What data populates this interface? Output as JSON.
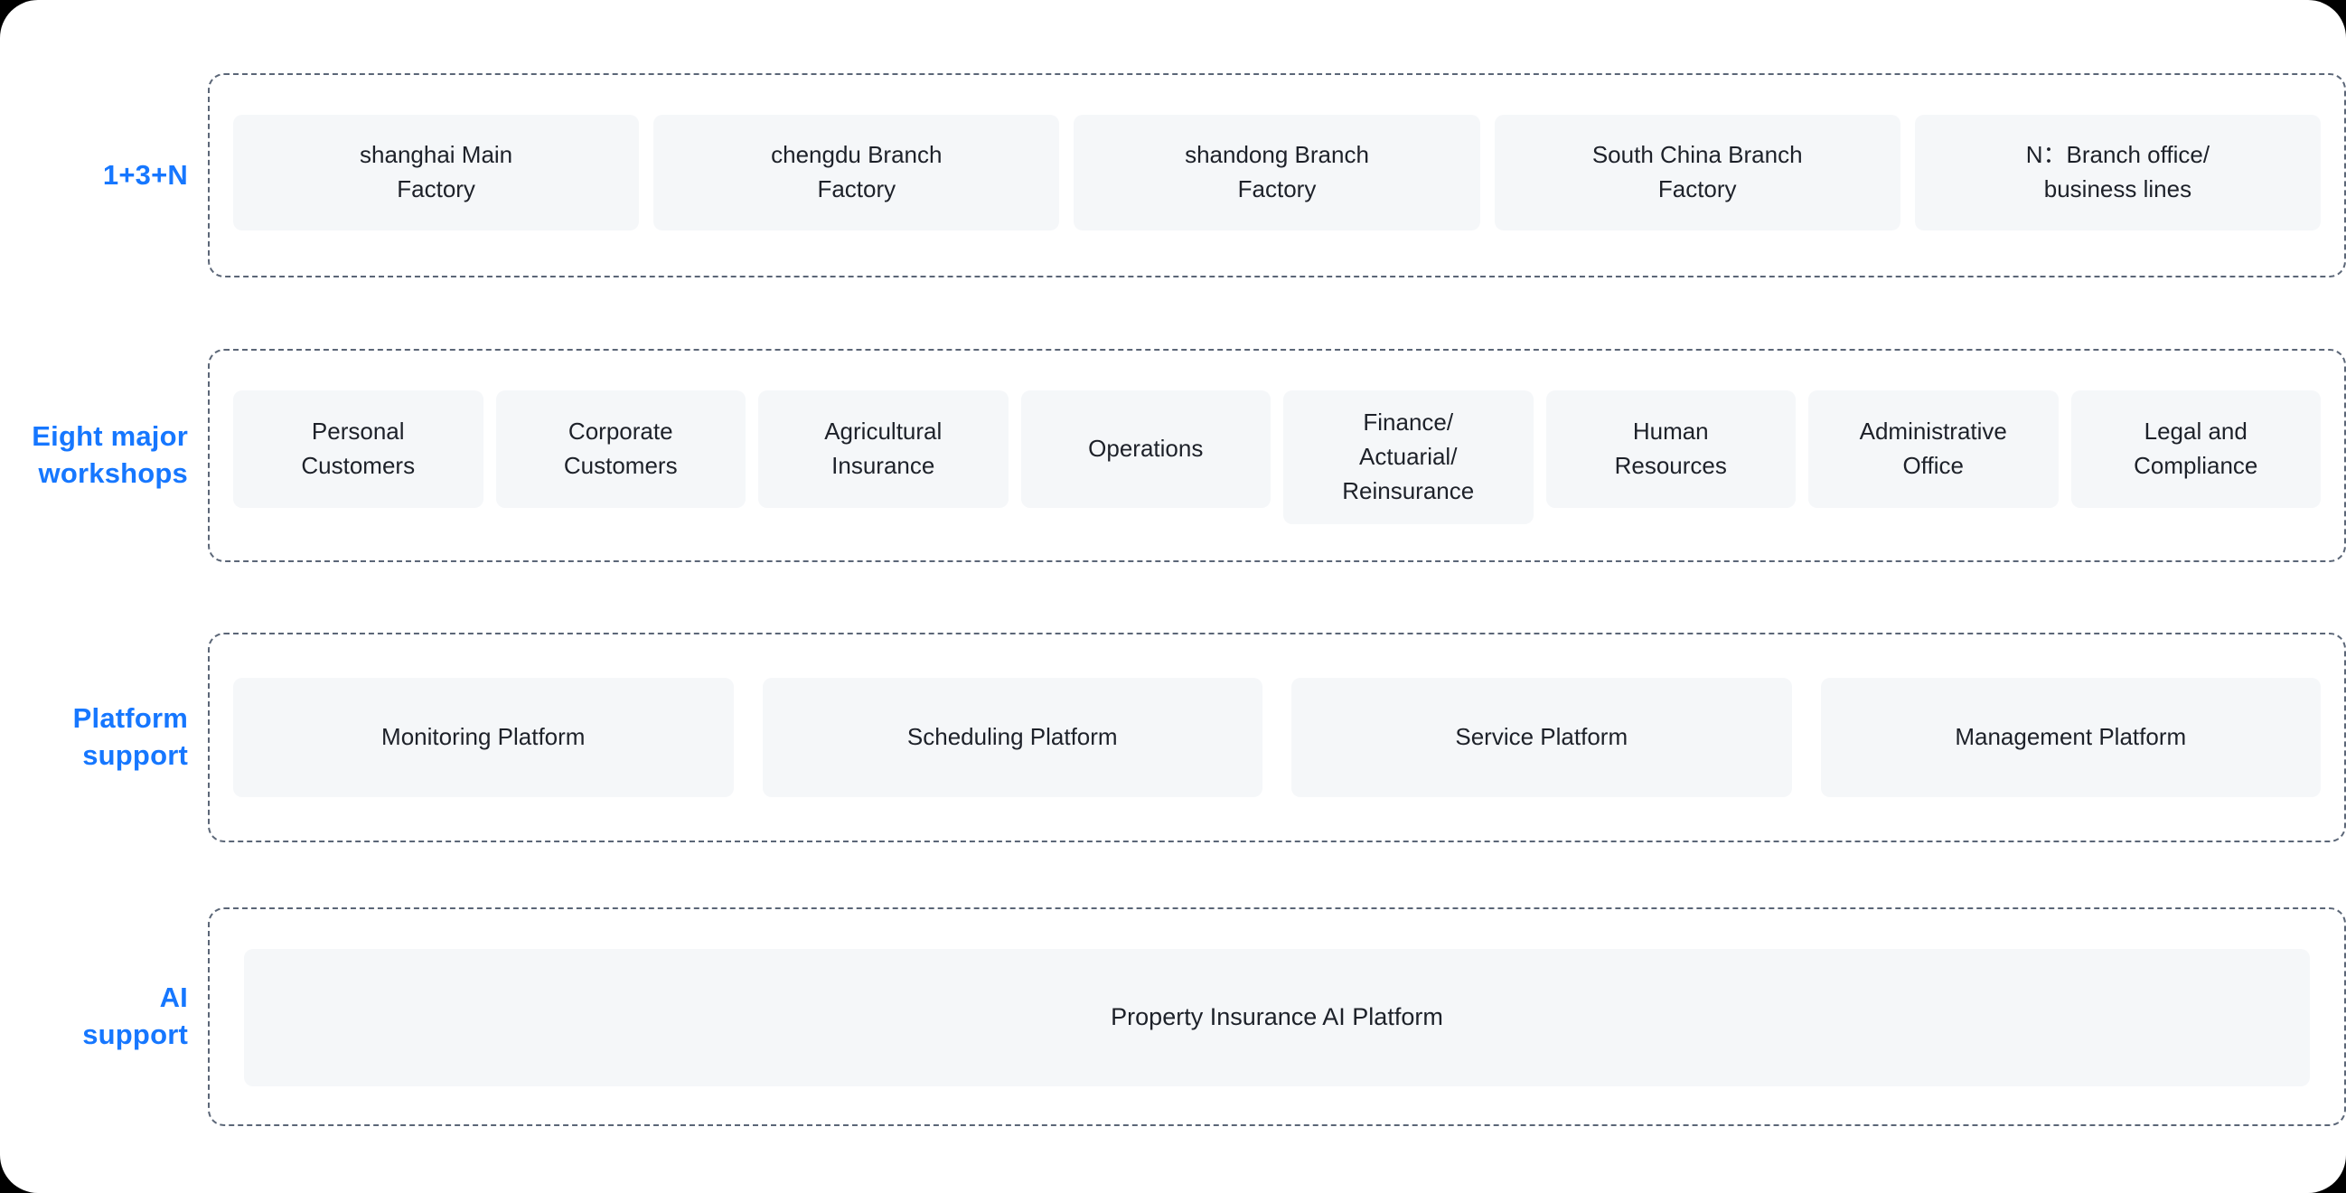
{
  "theme": {
    "page_background": "#ffffff",
    "backdrop": "#000000",
    "accent_blue": "#1677ff",
    "card_fill": "#f5f7f9",
    "card_text": "#1d2129",
    "dashed_border": "#5b6677"
  },
  "rows": [
    {
      "id": "one-three-n",
      "label": "1+3+N",
      "cards": [
        {
          "text": "shanghai Main\nFactory"
        },
        {
          "text": "chengdu Branch\nFactory"
        },
        {
          "text": "shandong Branch\nFactory"
        },
        {
          "text": "South China Branch\nFactory"
        },
        {
          "text": "N：Branch office/\nbusiness lines"
        }
      ]
    },
    {
      "id": "eight-major-workshops",
      "label": "Eight major\nworkshops",
      "cards": [
        {
          "text": "Personal\nCustomers"
        },
        {
          "text": "Corporate\nCustomers"
        },
        {
          "text": "Agricultural\nInsurance"
        },
        {
          "text": "Operations"
        },
        {
          "text": "Finance/\nActuarial/\nReinsurance",
          "tall": true
        },
        {
          "text": "Human\nResources"
        },
        {
          "text": "Administrative\nOffice"
        },
        {
          "text": "Legal and\nCompliance"
        }
      ]
    },
    {
      "id": "platform-support",
      "label": "Platform\nsupport",
      "cards": [
        {
          "text": "Monitoring Platform"
        },
        {
          "text": "Scheduling Platform"
        },
        {
          "text": "Service Platform"
        },
        {
          "text": "Management Platform"
        }
      ]
    },
    {
      "id": "ai-support",
      "label": "AI\nsupport",
      "cards": [
        {
          "text": "Property Insurance AI Platform"
        }
      ]
    }
  ]
}
